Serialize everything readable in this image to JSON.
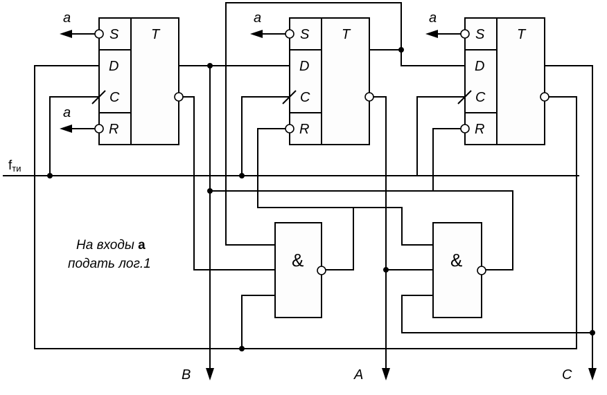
{
  "diagram": {
    "type": "logic-circuit-schematic",
    "clock_input": {
      "label": "f",
      "subscript": "ти"
    },
    "flipflops": [
      {
        "id": "ff1",
        "type_label": "T",
        "pins": {
          "set": "S",
          "data": "D",
          "clock": "C",
          "reset": "R"
        },
        "set_input_label": "a",
        "reset_input_label": "a"
      },
      {
        "id": "ff2",
        "type_label": "T",
        "pins": {
          "set": "S",
          "data": "D",
          "clock": "C",
          "reset": "R"
        },
        "set_input_label": "a"
      },
      {
        "id": "ff3",
        "type_label": "T",
        "pins": {
          "set": "S",
          "data": "D",
          "clock": "C",
          "reset": "R"
        },
        "set_input_label": "a"
      }
    ],
    "gates": [
      {
        "id": "nand1",
        "symbol": "&",
        "inverted_output": true,
        "inputs": 3
      },
      {
        "id": "nand2",
        "symbol": "&",
        "inverted_output": true,
        "inputs": 3
      }
    ],
    "outputs": [
      {
        "id": "out-b",
        "label": "B"
      },
      {
        "id": "out-a",
        "label": "A"
      },
      {
        "id": "out-c",
        "label": "C"
      }
    ],
    "note": {
      "line1_prefix": "На входы ",
      "line1_bold": "a",
      "line2": "подать лог.1"
    }
  }
}
